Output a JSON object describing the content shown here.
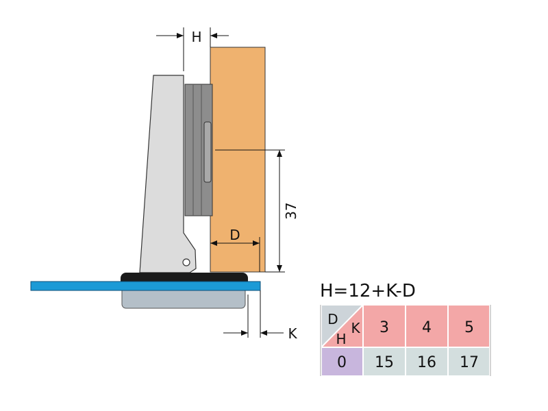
{
  "labels": {
    "h": "H",
    "d": "D",
    "k": "K",
    "dim_37": "37"
  },
  "formula": "H=12+K-D",
  "table": {
    "corner": {
      "d": "D",
      "k": "K",
      "h": "H"
    },
    "k_values": [
      "3",
      "4",
      "5"
    ],
    "d_value": "0",
    "h_values": [
      "15",
      "16",
      "17"
    ]
  },
  "colors": {
    "door_wood": "#efb26f",
    "hinge_arm": "#dcdcdc",
    "hinge_cup": "#8d8d8d",
    "glass": "#1c9ad6",
    "clamp_black": "#1a1a1a",
    "clamp_grey": "#b4bfc8",
    "table_pink": "#f3a7a7",
    "table_purple": "#c8b6dd",
    "table_grey": "#d3dede",
    "table_corner_grey": "#cdd4d9"
  }
}
